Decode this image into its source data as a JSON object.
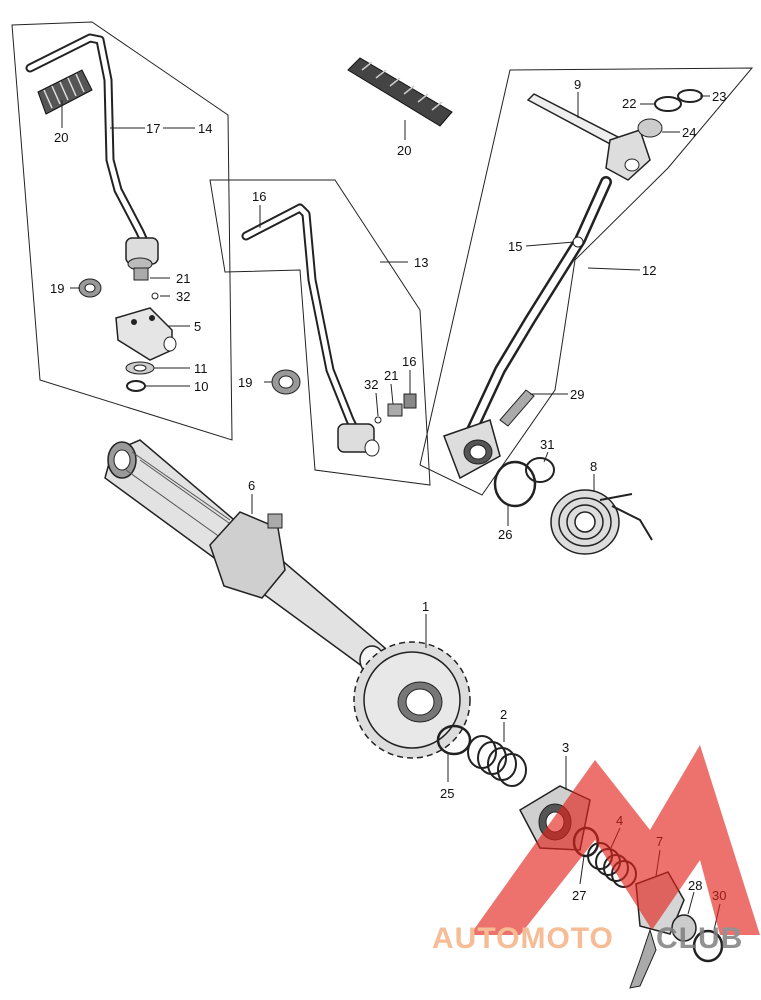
{
  "labels": {
    "p1": "1",
    "p2": "2",
    "p3": "3",
    "p4": "4",
    "p5": "5",
    "p6": "6",
    "p7": "7",
    "p8": "8",
    "p9": "9",
    "p10": "10",
    "p11": "11",
    "p12": "12",
    "p13": "13",
    "p14": "14",
    "p15": "15",
    "p16": "16",
    "p16b": "16",
    "p17": "17",
    "p19": "19",
    "p19b": "19",
    "p20": "20",
    "p20b": "20",
    "p21": "21",
    "p21b": "21",
    "p22": "22",
    "p23": "23",
    "p24": "24",
    "p25": "25",
    "p26": "26",
    "p27": "27",
    "p28": "28",
    "p29": "29",
    "p30": "30",
    "p31": "31",
    "p32": "32",
    "p32b": "32"
  },
  "watermark": {
    "part_a": "AUTOMOTO",
    "part_b": "CLUB",
    "color_a": "#f4b183",
    "color_b": "#7f7f7f",
    "logo_color": "#e32219"
  }
}
